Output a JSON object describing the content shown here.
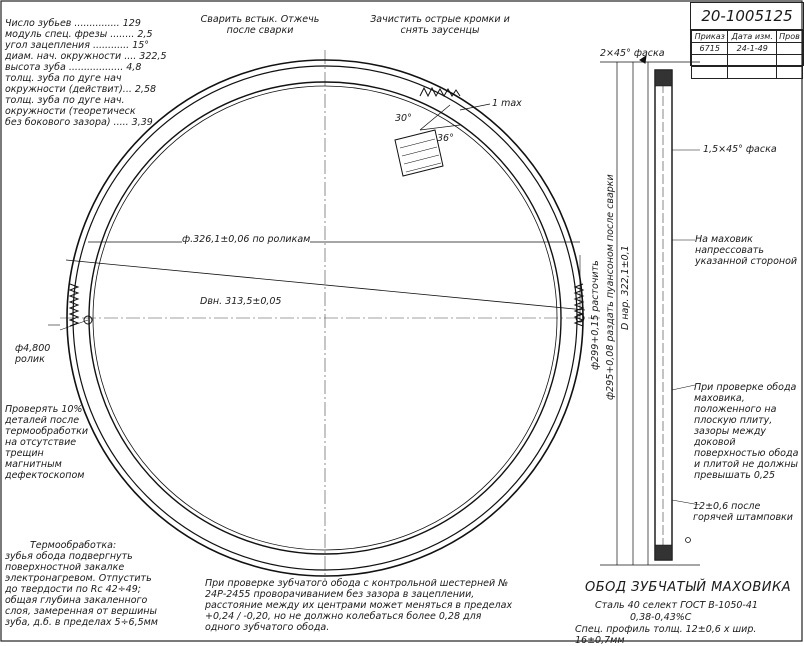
{
  "drawing": {
    "number": "20-1005125",
    "table": {
      "headers": [
        "Приказ",
        "Дата изм.",
        "Пров"
      ],
      "rows": [
        [
          "6715",
          "24-1-49",
          ""
        ],
        [
          "",
          "",
          ""
        ],
        [
          "",
          "",
          ""
        ]
      ]
    },
    "part_name": "Обод зубчатый маховика",
    "material": "Сталь 40 селект ГОСТ В-1050-41",
    "carbon": "0,38-0,43%С",
    "profile": "Спец. профиль толщ. 12±0,6 х шир. 16±0,7мм"
  },
  "specs": [
    "Число зубьев ............... 129",
    "модуль спец. фрезы ........ 2,5",
    "угол зацепления ............ 15°",
    "диам. нач. окружности .... 322,5",
    "высота зуба .................. 4,8",
    "толщ. зуба по дуге нач",
    "окружности (действит)... 2,58",
    "толщ. зуба по дуге нач.",
    "окружности (теоретическ",
    "без бокового зазора) ..... 3,39"
  ],
  "notes": {
    "weld": "Сварить встык. Отжечь после сварки",
    "deburr": "Зачистить острые кромки и снять заусенцы",
    "runout": "1 max",
    "angle1": "30°",
    "angle2": "36°",
    "roller_dim": "ф.326,1±0,06 по роликам",
    "inner_dim": "Dвн. 313,5±0,05",
    "roller": "ф4,800 ролик",
    "dia_bore": "ф299+0,15 расточить",
    "dia_press": "ф295+0,08 раздать пуансоном после сварки",
    "d_outer": "D нар. 322,1±0,1",
    "chamfer_top": "2×45° фаска",
    "chamfer_side": "1,5×45° фаска",
    "press_side": "На маховик напрессовать указанной стороной",
    "flatness": "При проверке обода маховика, положенного на плоскую плиту, зазоры между доковой поверхностью обода и плитой не должны превышать 0,25",
    "hot_stamp": "12±0,6 после горячей штамповки",
    "inspect": "Проверять 10% деталей после термообработки на отсутствие трещин магнитным дефектоскопом",
    "heat_title": "Термообработка:",
    "heat_body": "зубья обода подвергнуть поверхностной закалке электронагревом. Отпустить до твердости по Rc 42÷49; общая глубина закаленного слоя, замеренная от вершины зуба, д.б. в пределах 5÷6,5мм",
    "mesh_check": "При проверке зубчатого обода с контрольной шестерней № 24Р-2455 проворачиванием без зазора в зацеплении, расстояние между их центрами может меняться в пределах +0,24 / -0,20, но не должно колебаться более 0,28 для одного зубчатого обода."
  }
}
